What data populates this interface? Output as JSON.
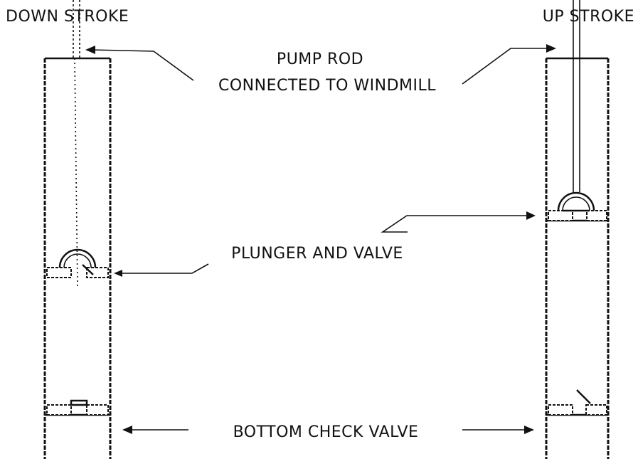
{
  "labels": {
    "down_stroke": "DOWN STROKE",
    "up_stroke": "UP STROKE",
    "pump_rod_line1": "PUMP ROD",
    "pump_rod_line2": "CONNECTED TO WINDMILL",
    "plunger_and_valve": "PLUNGER AND VALVE",
    "bottom_check_valve": "BOTTOM CHECK VALVE"
  },
  "colors": {
    "ink": "#111111",
    "paper": "#ffffff"
  }
}
